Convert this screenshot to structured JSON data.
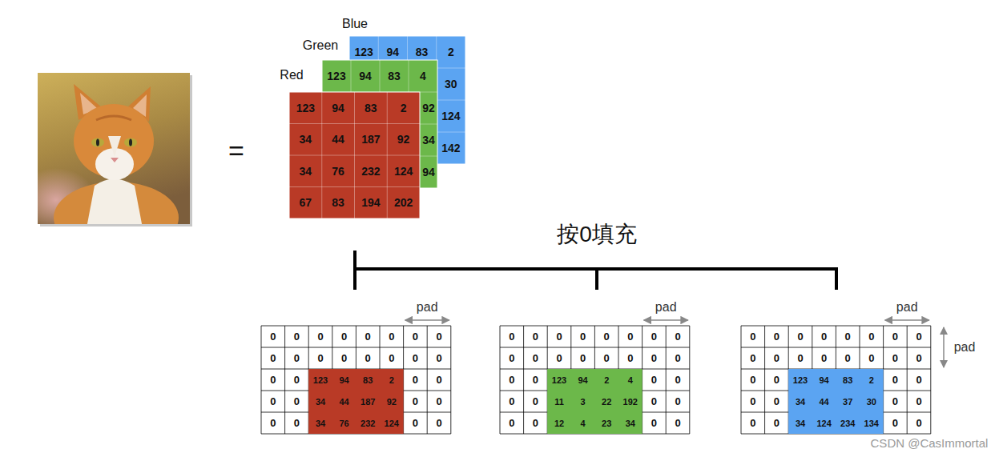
{
  "diagram": {
    "labels": [
      "Blue",
      "Green",
      "Red",
      "123",
      "94",
      "83",
      "2",
      "30",
      "124",
      "142",
      "123",
      "94",
      "83",
      "4",
      "92",
      "34",
      "94",
      "123",
      "94",
      "83",
      "2",
      "34",
      "44",
      "187",
      "92",
      "34",
      "76",
      "232",
      "124",
      "67",
      "83",
      "194",
      "202",
      "=",
      "按0填充",
      "0",
      "0",
      "0",
      "0",
      "0",
      "0",
      "0",
      "0",
      "0",
      "0",
      "0",
      "0",
      "0",
      "0",
      "0",
      "0",
      "0",
      "0",
      "123",
      "94",
      "83",
      "2",
      "0",
      "0",
      "0",
      "0",
      "34",
      "44",
      "187",
      "92",
      "0",
      "0",
      "0",
      "0",
      "34",
      "76",
      "232",
      "124",
      "0",
      "0",
      "pad",
      "0",
      "0",
      "0",
      "0",
      "0",
      "0",
      "0",
      "0",
      "0",
      "0",
      "0",
      "0",
      "0",
      "0",
      "0",
      "0",
      "0",
      "0",
      "123",
      "94",
      "2",
      "4",
      "0",
      "0",
      "0",
      "0",
      "11",
      "3",
      "22",
      "192",
      "0",
      "0",
      "0",
      "0",
      "12",
      "4",
      "23",
      "34",
      "0",
      "0",
      "pad",
      "0",
      "0",
      "0",
      "0",
      "0",
      "0",
      "0",
      "0",
      "0",
      "0",
      "0",
      "0",
      "0",
      "0",
      "0",
      "0",
      "0",
      "0",
      "123",
      "94",
      "83",
      "2",
      "0",
      "0",
      "0",
      "0",
      "34",
      "44",
      "37",
      "30",
      "0",
      "0",
      "0",
      "0",
      "34",
      "124",
      "234",
      "134",
      "0",
      "0",
      "pad",
      "pad",
      "CSDN @CasImmortal"
    ]
  }
}
